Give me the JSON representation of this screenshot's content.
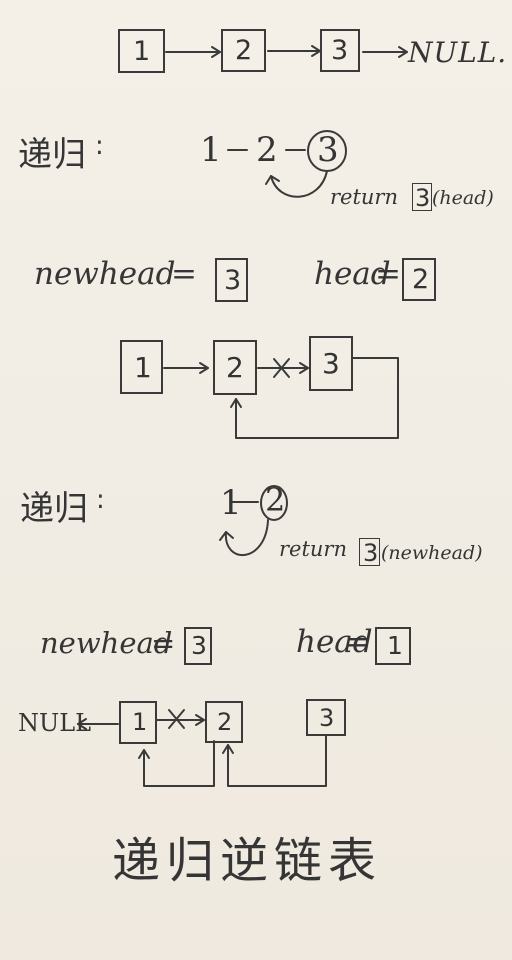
{
  "top_chain": {
    "node_1": "1",
    "node_2": "2",
    "node_3": "3",
    "null_label": "NULL."
  },
  "recursion_1": {
    "label": "递归",
    "colon": ":",
    "node_1": "1",
    "node_2": "2",
    "node_3": "3",
    "return_text": "return",
    "return_box": "3",
    "return_hint": "(head)"
  },
  "state_1": {
    "newhead_label": "newhead",
    "newhead_eq": "=",
    "newhead_box": "3",
    "head_label": "head",
    "head_eq": "=",
    "head_box": "2"
  },
  "diagram_1": {
    "node_1": "1",
    "node_2": "2",
    "node_3": "3",
    "cross": "*"
  },
  "recursion_2": {
    "label": "递归",
    "colon": ":",
    "node_1": "1",
    "node_2": "2",
    "return_text": "return",
    "return_box": "3",
    "return_hint": "(newhead)"
  },
  "state_2": {
    "newhead_label": "newhead",
    "newhead_eq": "=",
    "newhead_box": "3",
    "head_label": "head",
    "head_eq": "=",
    "head_box": "1"
  },
  "diagram_2": {
    "null_label": "NULL",
    "node_1": "1",
    "node_2": "2",
    "node_3": "3",
    "cross": "*"
  },
  "title": "递归逆链表"
}
